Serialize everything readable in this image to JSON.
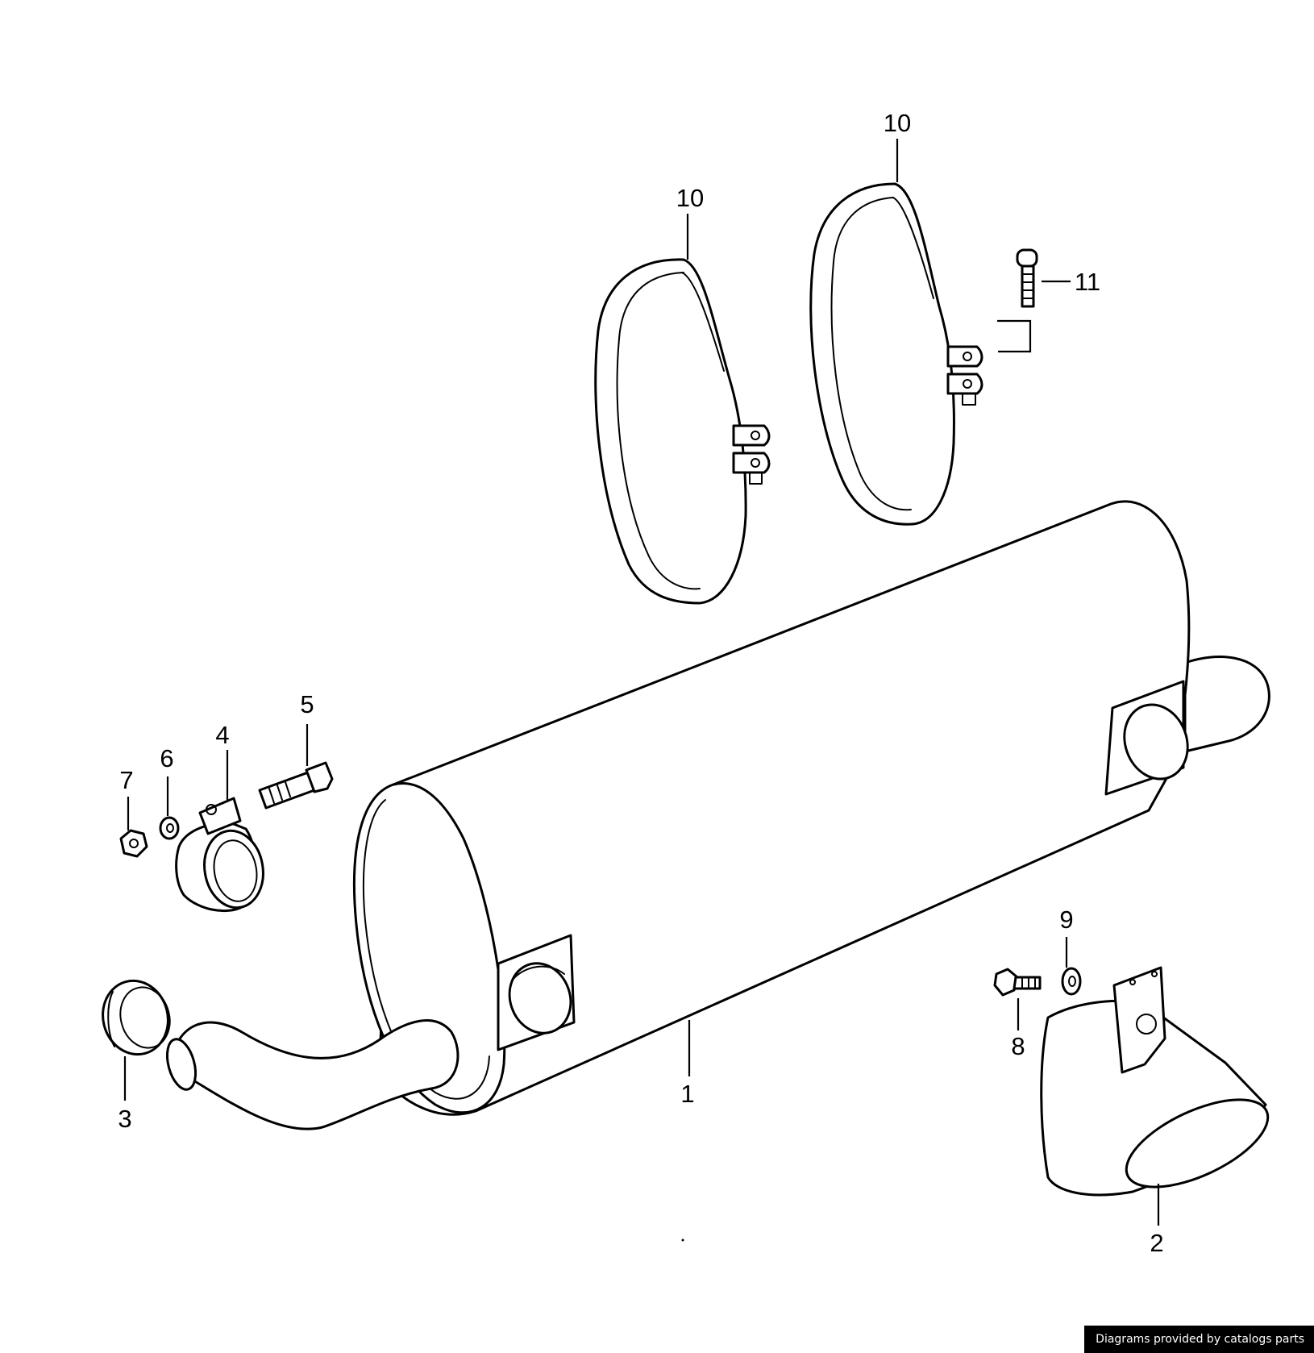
{
  "callouts": {
    "c1": "1",
    "c2": "2",
    "c3": "3",
    "c4": "4",
    "c5": "5",
    "c6": "6",
    "c7": "7",
    "c8": "8",
    "c9": "9",
    "c10a": "10",
    "c10b": "10",
    "c11": "11"
  },
  "credit": "Diagrams provided by catalogs parts"
}
